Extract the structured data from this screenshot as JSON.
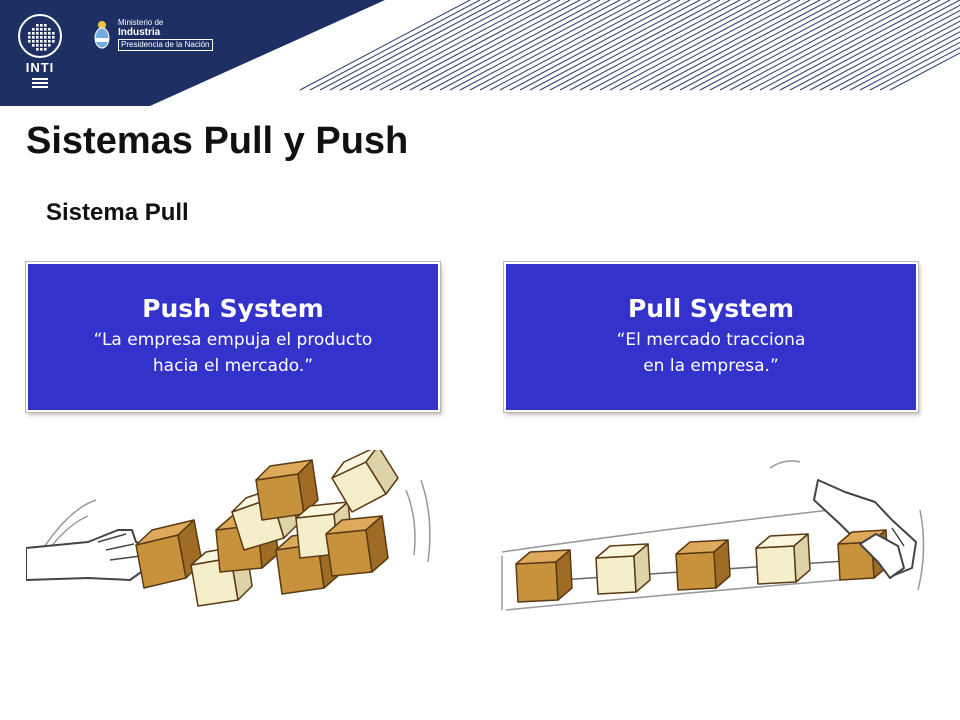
{
  "header": {
    "logo_text": "INTI",
    "ministry": {
      "line1": "Ministerio de",
      "line2": "Industria",
      "line3": "Presidencia de la Nación"
    }
  },
  "slide": {
    "title": "Sistemas Pull y Push",
    "subtitle": "Sistema Pull"
  },
  "cards": {
    "push": {
      "title": "Push System",
      "quote_line1": "“La empresa empuja el producto",
      "quote_line2": "hacia el mercado.”"
    },
    "pull": {
      "title": "Pull System",
      "quote_line1": "“El mercado tracciona",
      "quote_line2": "en la empresa.”"
    }
  },
  "colors": {
    "banner": "#1d2f63",
    "card_fill": "#3333cc",
    "box_brown": "#c8923c",
    "box_cream": "#f5eecb"
  }
}
